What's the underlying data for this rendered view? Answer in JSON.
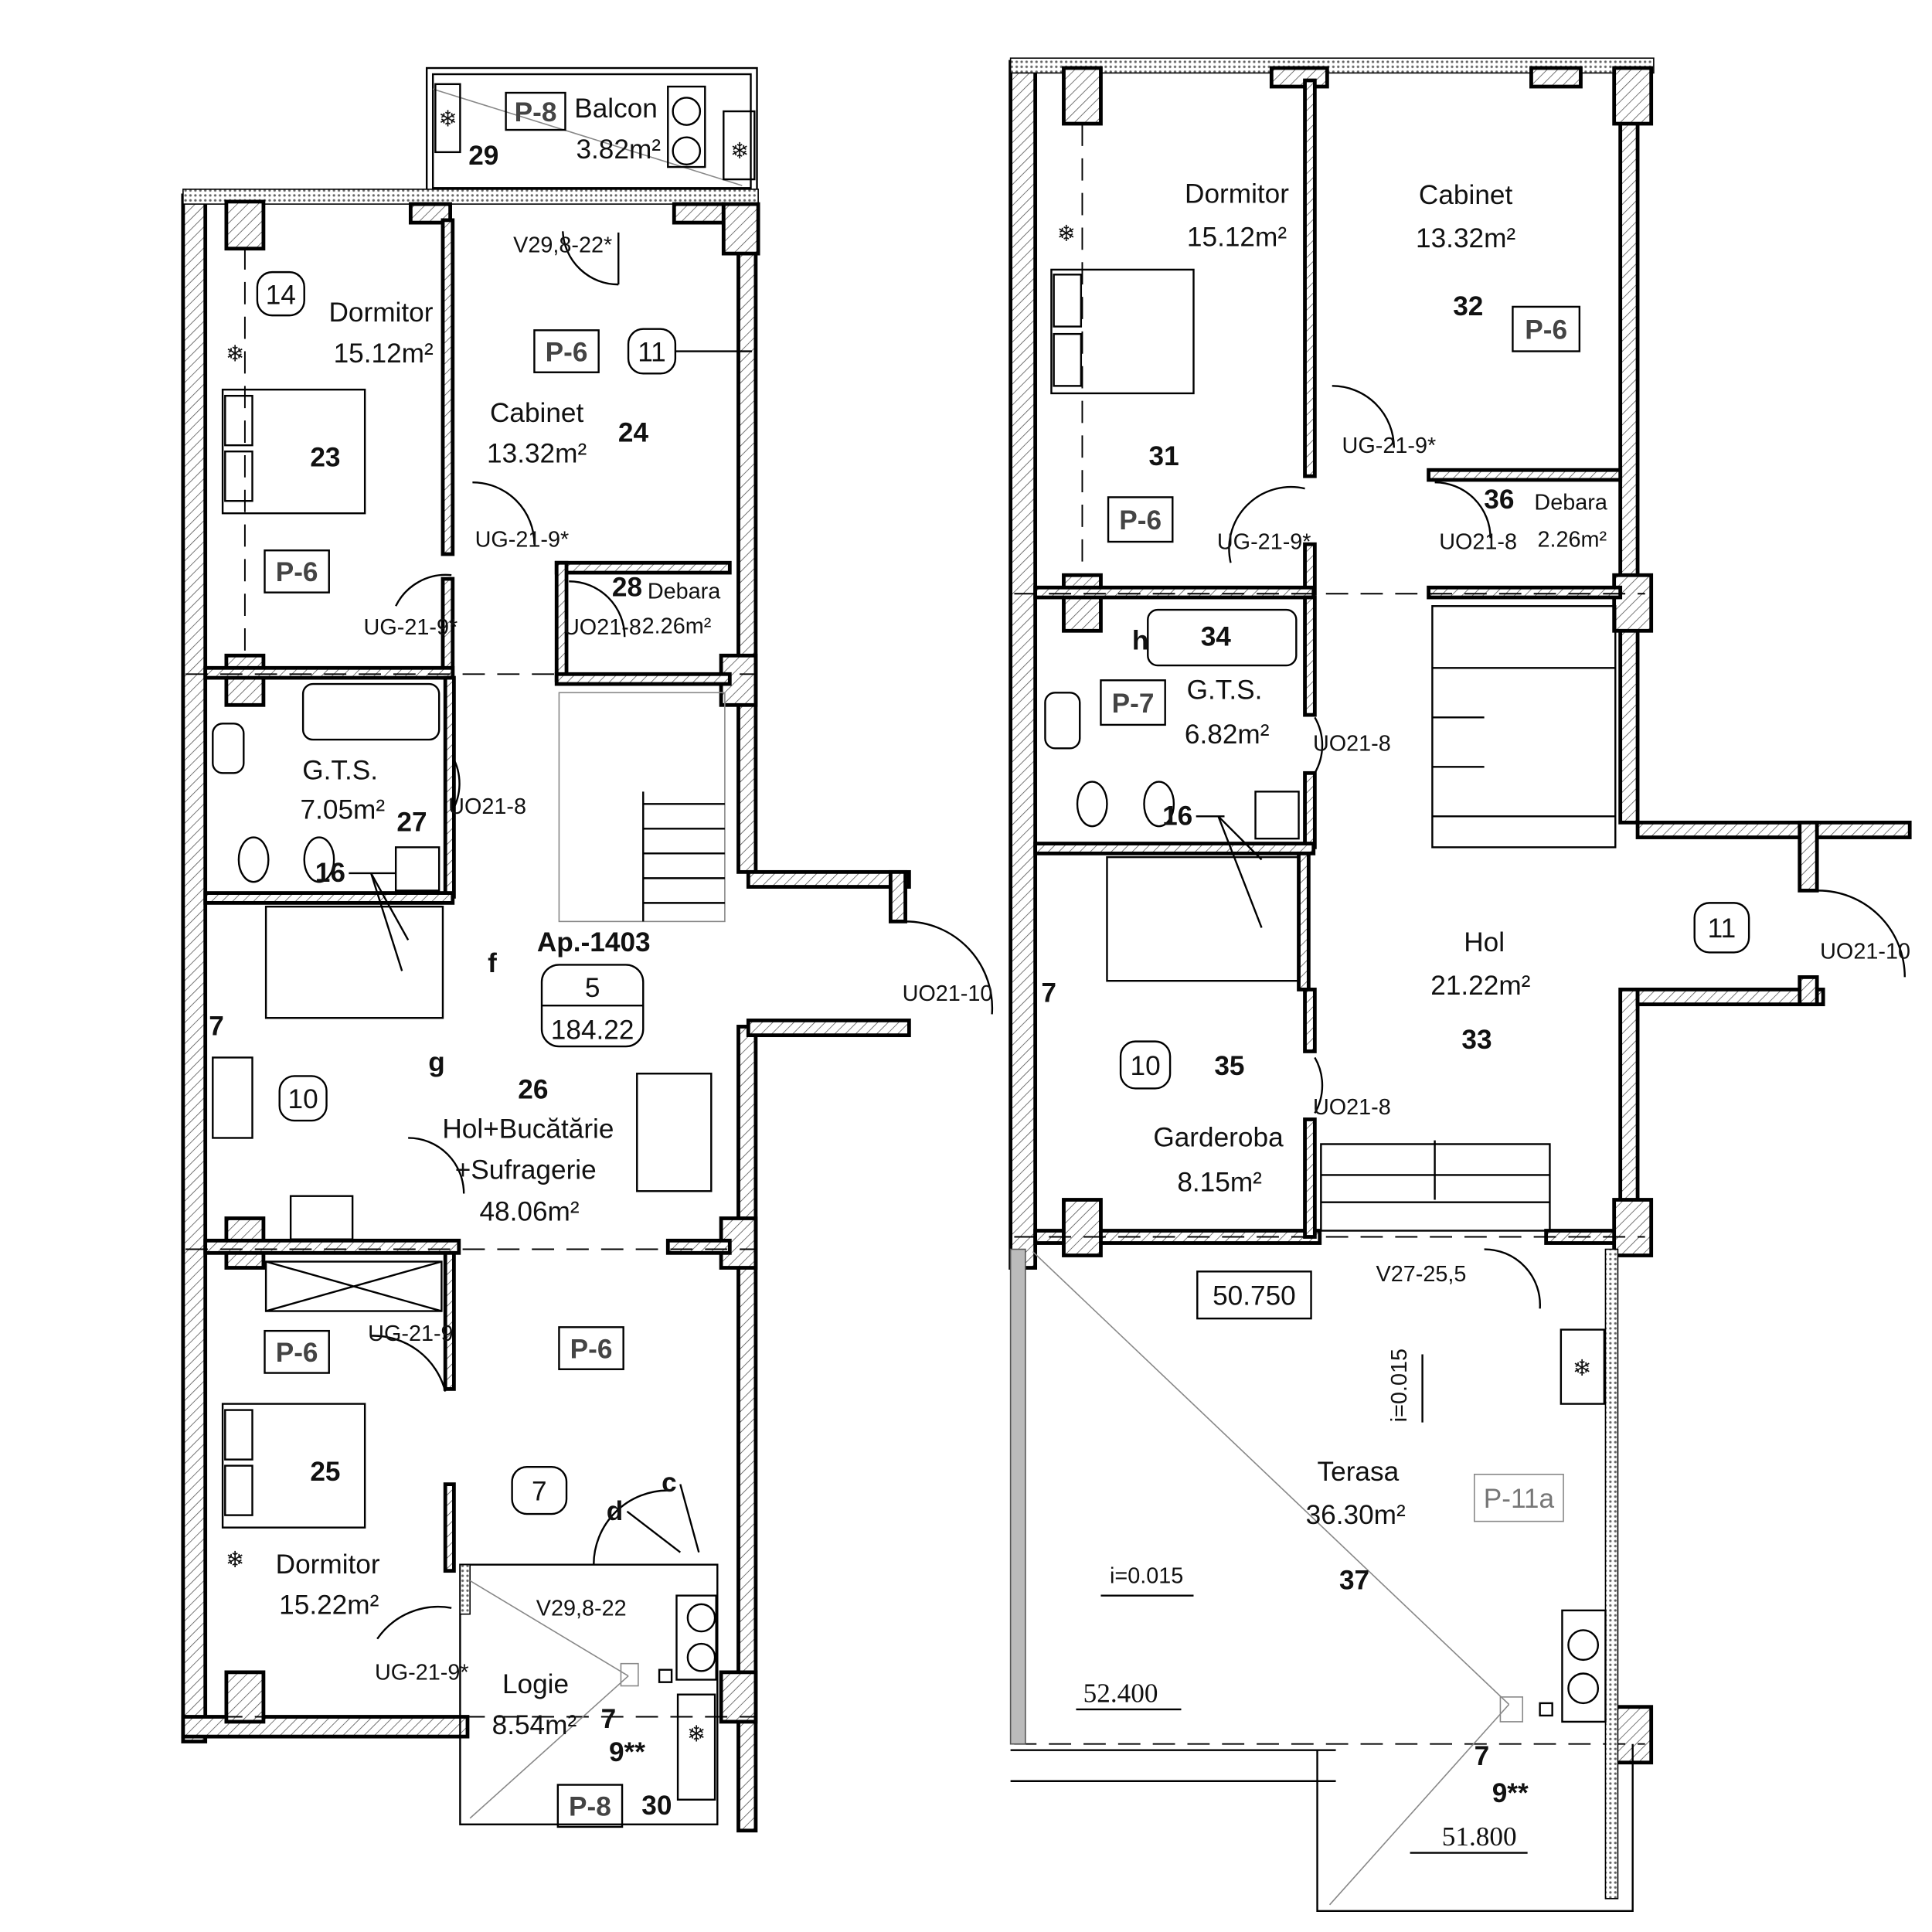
{
  "left_unit": {
    "balcony": {
      "name": "Balcon",
      "area": "3.82m²",
      "number": "29",
      "tag": "P-8"
    },
    "bedroom_top": {
      "name": "Dormitor",
      "area": "15.12m²",
      "number": "23",
      "tag": "P-6",
      "marker": "14"
    },
    "office": {
      "name": "Cabinet",
      "area": "13.32m²",
      "number": "24",
      "tag": "P-6",
      "marker": "11"
    },
    "storage": {
      "name": "Debara",
      "area": "2.26m²",
      "number": "28"
    },
    "bathroom": {
      "name": "G.T.S.",
      "area": "7.05m²",
      "number": "27",
      "marker": "16"
    },
    "living": {
      "number": "26",
      "name_line1": "Hol+Bucătărie",
      "name_line2": "+Sufragerie",
      "area": "48.06m²",
      "marker": "10",
      "tag": "P-6"
    },
    "apartment": {
      "label": "Ap.-1403",
      "number": "5",
      "area": "184.22"
    },
    "bedroom_bottom": {
      "name": "Dormitor",
      "area": "15.22m²",
      "number": "25",
      "tag": "P-6",
      "marker": "7"
    },
    "loggia": {
      "name": "Logie",
      "area": "8.54m²",
      "number": "30",
      "tag": "P-8",
      "window": "V29,8-22",
      "note_7": "7",
      "note_9": "9**"
    },
    "doors": {
      "window_top": "V29,8-22*",
      "office_door": "UG-21-9*",
      "bedroom_top_door": "UG-21-9*",
      "storage_door": "UO21-8",
      "bathroom_door": "UO21-8",
      "entry_door": "UO21-10",
      "bedroom_bottom_door1": "UG-21-9",
      "bedroom_bottom_door2": "UG-21-9*"
    },
    "notes": {
      "f": "f",
      "g": "g",
      "seven": "7",
      "c": "c",
      "d": "d"
    }
  },
  "right_unit": {
    "bedroom": {
      "name": "Dormitor",
      "area": "15.12m²",
      "number": "31",
      "tag": "P-6"
    },
    "office": {
      "name": "Cabinet",
      "area": "13.32m²",
      "number": "32",
      "tag": "P-6"
    },
    "storage": {
      "name": "Debara",
      "area": "2.26m²",
      "number": "36"
    },
    "bathroom": {
      "name": "G.T.S.",
      "area": "6.82m²",
      "number": "34",
      "tag": "P-7",
      "note_h": "h",
      "marker": "16"
    },
    "wardrobe": {
      "name": "Garderoba",
      "area": "8.15m²",
      "number": "35",
      "marker": "10",
      "note_7": "7"
    },
    "hall": {
      "name": "Hol",
      "area": "21.22m²",
      "number": "33",
      "marker": "11"
    },
    "terrace": {
      "name": "Terasa",
      "area": "36.30m²",
      "number": "37",
      "tag": "P-11a",
      "slope1": "i=0.015",
      "slope2": "i=0.015",
      "note_7": "7",
      "note_9": "9**"
    },
    "levels": {
      "floor": "50.750",
      "top": "52.400",
      "bottom": "51.800"
    },
    "doors": {
      "office_door": "UG-21-9*",
      "bedroom_door": "UG-21-9*",
      "storage_door": "UO21-8",
      "bathroom_door": "UO21-8",
      "wardrobe_door": "UO21-8",
      "entry_door": "UO21-10",
      "terrace_door": "V27-25,5"
    }
  },
  "colors": {
    "wall_line": "#000000",
    "tag_text": "#444444",
    "terrace_tag": "#777777"
  }
}
